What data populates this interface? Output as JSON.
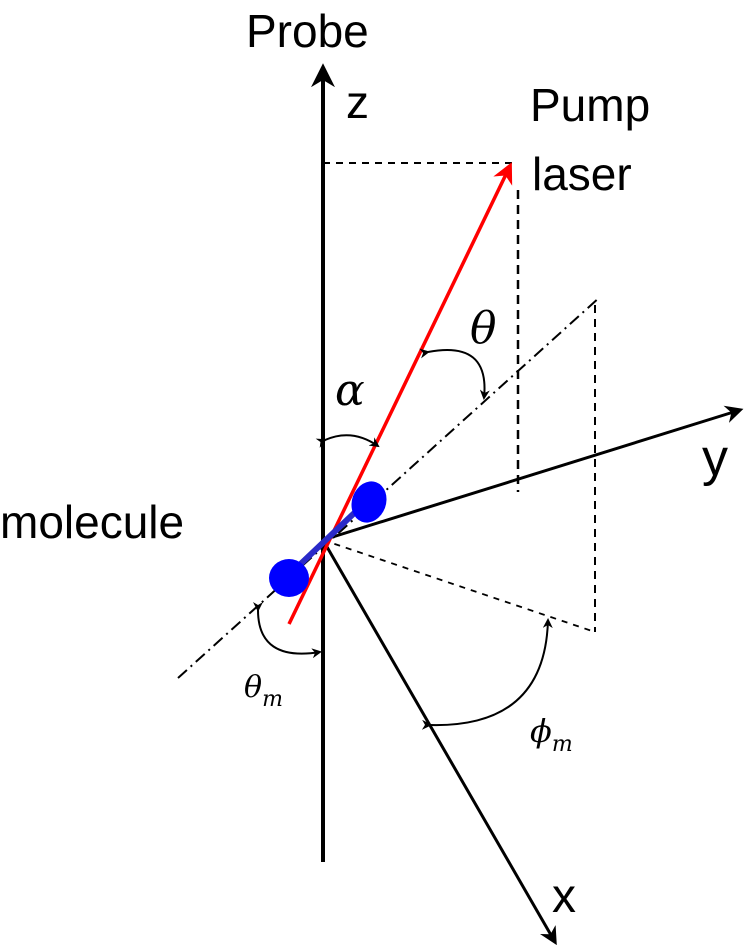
{
  "labels": {
    "probe": "Probe",
    "z_axis": "z",
    "pump_line1": "Pump",
    "pump_line2": "laser",
    "theta": "θ",
    "alpha": "α",
    "y_axis": "y",
    "molecule": "molecule",
    "theta_m_base": "θ",
    "theta_m_sub": "m",
    "phi_m_base": "ϕ",
    "phi_m_sub": "m",
    "x_axis": "x"
  },
  "colors": {
    "axes": "#000000",
    "pump_laser": "#ff0000",
    "molecule_atoms": "#0000ff",
    "molecule_bond": "#2a2ac8",
    "dashed_lines": "#000000"
  }
}
